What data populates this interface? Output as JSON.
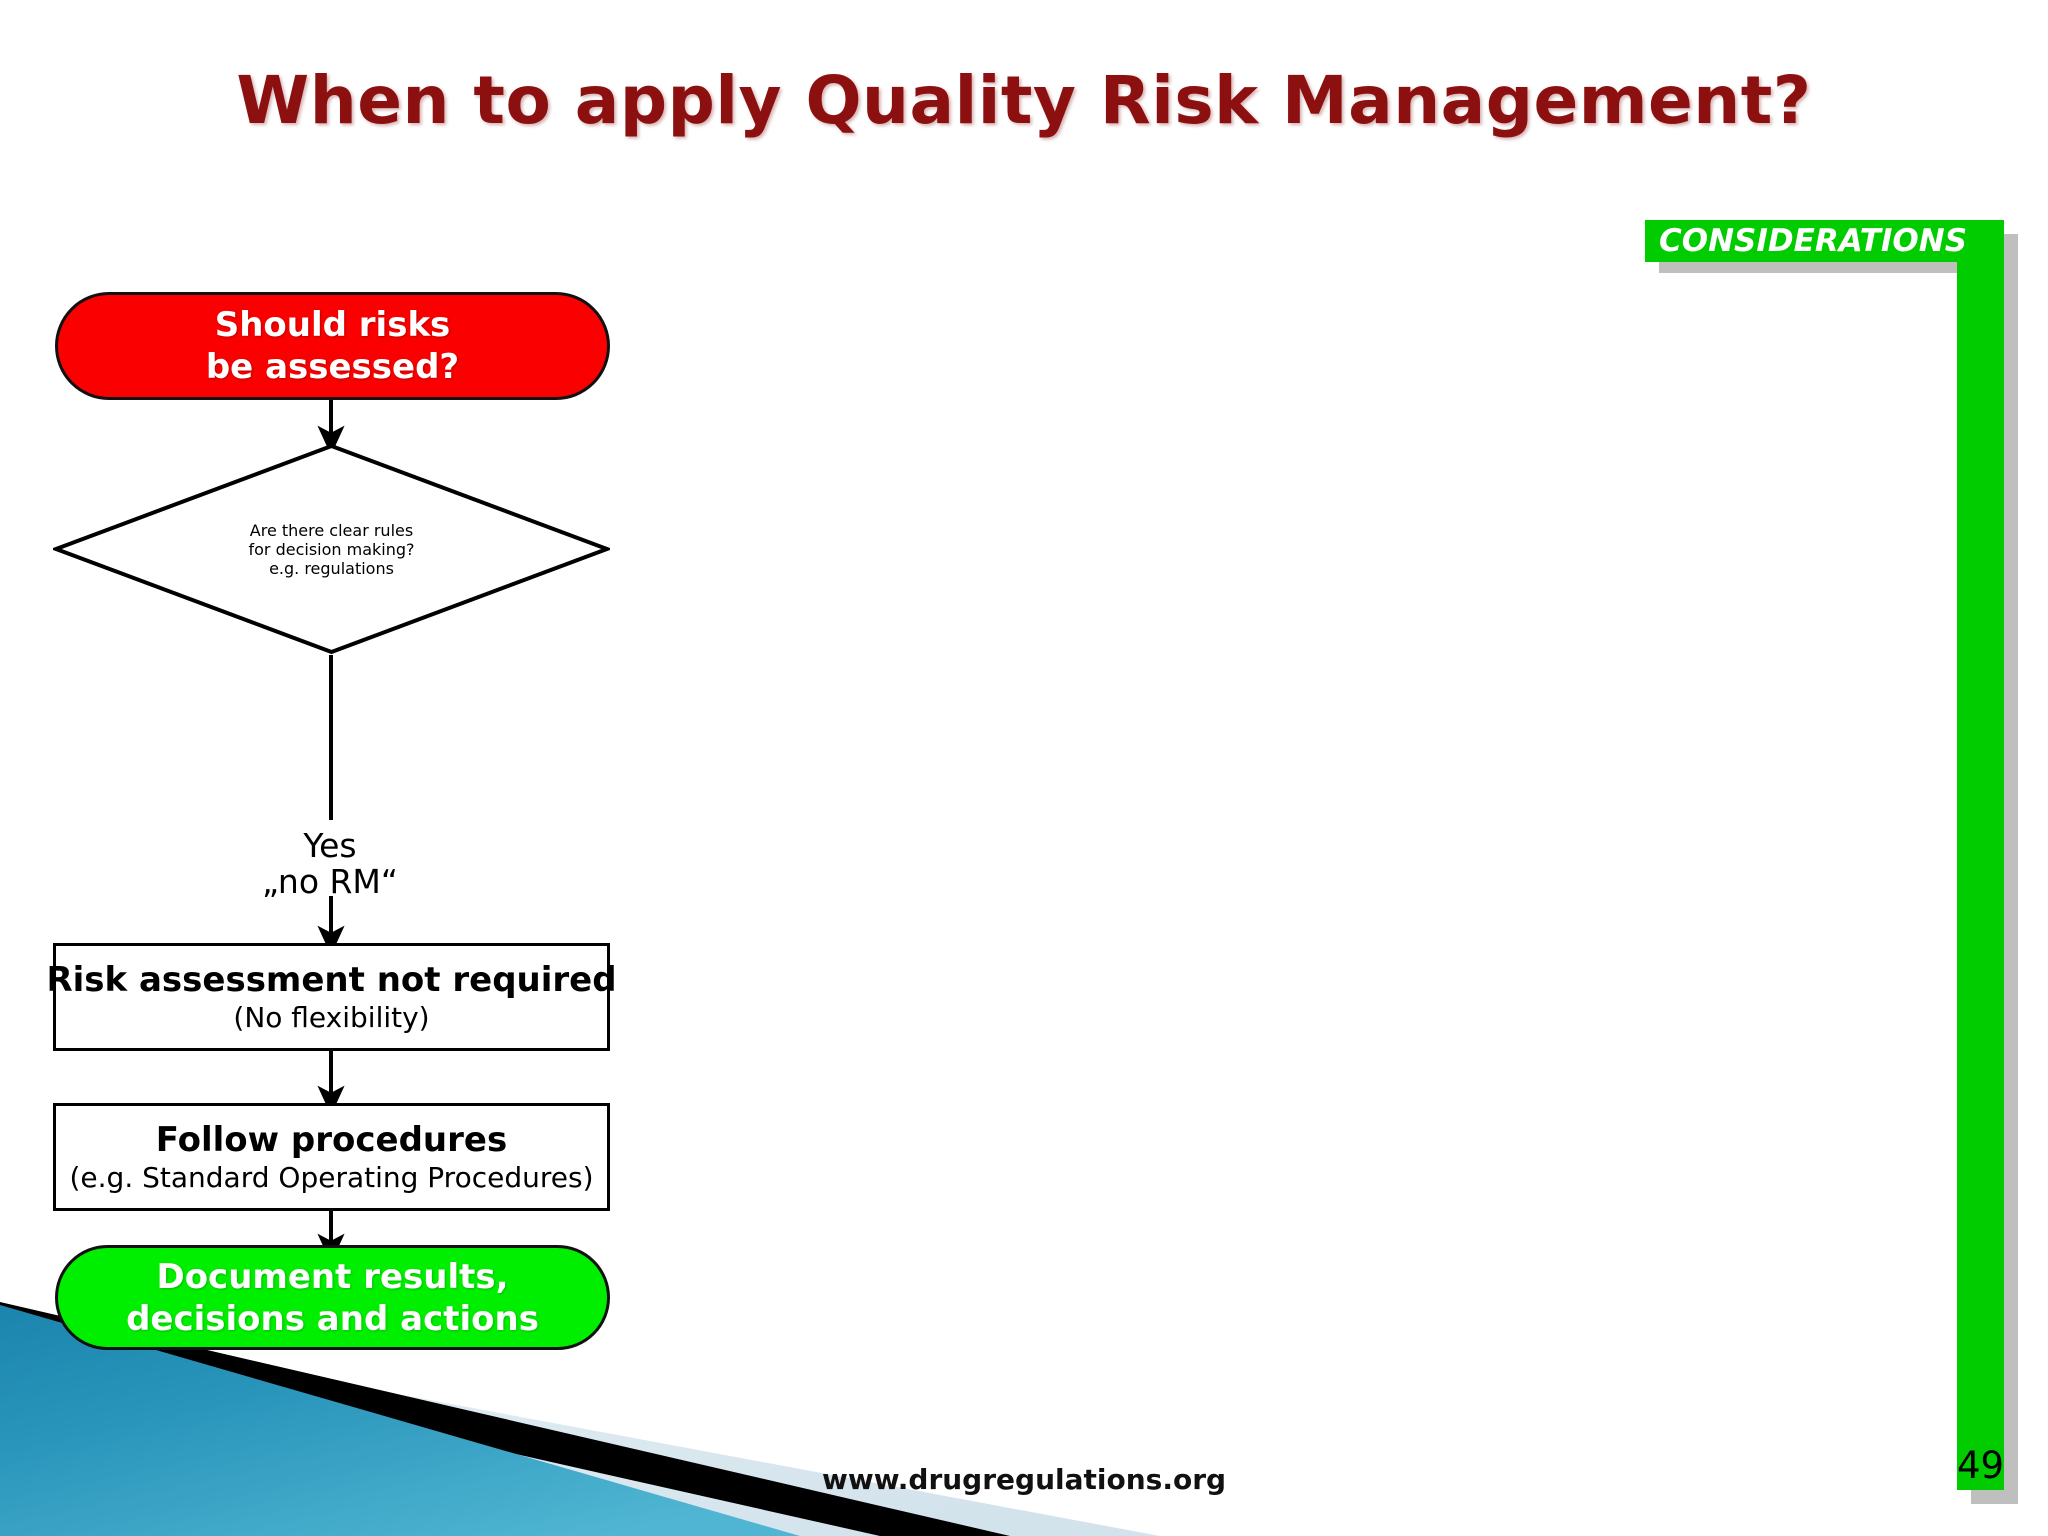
{
  "slide": {
    "title": "When to apply Quality Risk Management?",
    "page_number": "49",
    "footer_url": "www.drugregulations.org",
    "title_color": "#8c1010",
    "accent_green": "#00CC00",
    "start_node_red": "#FA0000",
    "end_node_green": "#00EE00"
  },
  "banner": {
    "label": "CONSIDERATIONS"
  },
  "flowchart": {
    "type": "flowchart",
    "nodes": [
      {
        "id": "should-risks",
        "shape": "stadium",
        "fill": "#FA0000",
        "text_color": "#ffffff",
        "line1": "Should risks",
        "line2": "be assessed?"
      },
      {
        "id": "clear-rules-decision",
        "shape": "diamond",
        "fill": "#ffffff",
        "text_color": "#000000",
        "line1": "Are there clear rules",
        "line2": "for decision making?",
        "sub": "e.g. regulations"
      },
      {
        "id": "risk-not-required",
        "shape": "rectangle",
        "fill": "#ffffff",
        "text_color": "#000000",
        "line1": "Risk assessment not required",
        "sub": "(No flexibility)"
      },
      {
        "id": "follow-procedures",
        "shape": "rectangle",
        "fill": "#ffffff",
        "text_color": "#000000",
        "line1": "Follow procedures",
        "sub": "(e.g. Standard Operating Procedures)"
      },
      {
        "id": "document-results",
        "shape": "stadium",
        "fill": "#00EE00",
        "text_color": "#ffffff",
        "line1": "Document results,",
        "line2": "decisions and actions"
      }
    ],
    "edges": [
      {
        "from": "should-risks",
        "to": "clear-rules-decision",
        "label": ""
      },
      {
        "from": "clear-rules-decision",
        "to": "risk-not-required",
        "label_line1": "Yes",
        "label_line2": "„no RM“"
      },
      {
        "from": "risk-not-required",
        "to": "follow-procedures",
        "label": ""
      },
      {
        "from": "follow-procedures",
        "to": "document-results",
        "label": ""
      }
    ]
  }
}
